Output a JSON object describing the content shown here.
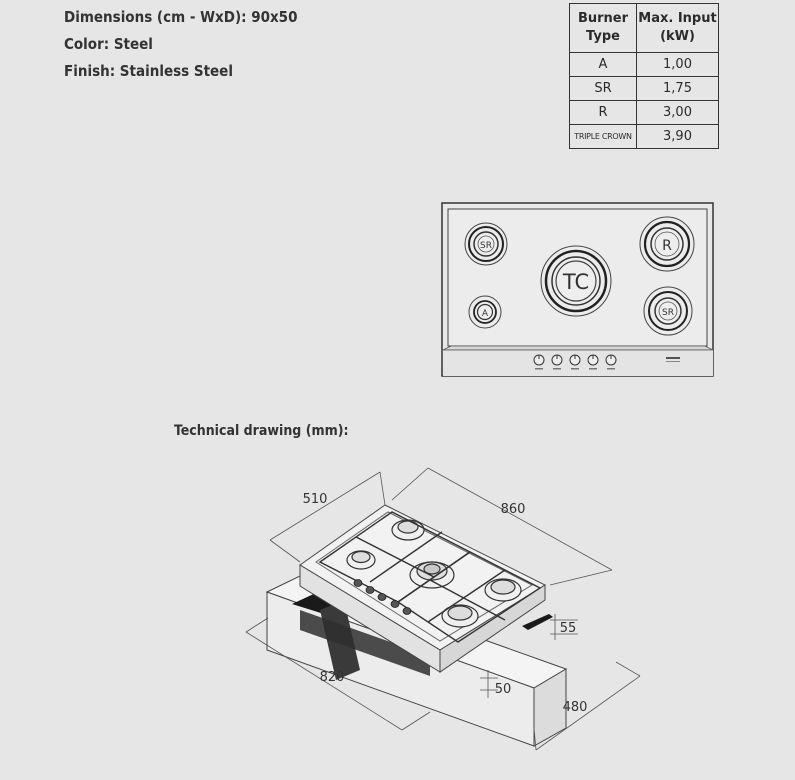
{
  "specs": {
    "dimensions": "Dimensions (cm - WxD): 90x50",
    "color": "Color: Steel",
    "finish": "Finish: Stainless Steel"
  },
  "burner_table": {
    "headers": [
      "Burner\nType",
      "Max. Input\n(kW)"
    ],
    "rows": [
      {
        "type": "A",
        "input": "1,00"
      },
      {
        "type": "SR",
        "input": "1,75"
      },
      {
        "type": "R",
        "input": "3,00"
      },
      {
        "type": "TRIPLE CROWN",
        "input": "3,90"
      }
    ]
  },
  "top_view": {
    "burner_labels": {
      "sr_left": "SR",
      "a": "A",
      "tc": "TC",
      "r": "R",
      "sr_right": "SR"
    }
  },
  "technical_drawing": {
    "title": "Technical drawing (mm):",
    "dims": {
      "depth": "510",
      "width": "860",
      "cutout_height": "55",
      "cutout_width": "820",
      "cutout_depth": "480",
      "recess": "50"
    }
  }
}
